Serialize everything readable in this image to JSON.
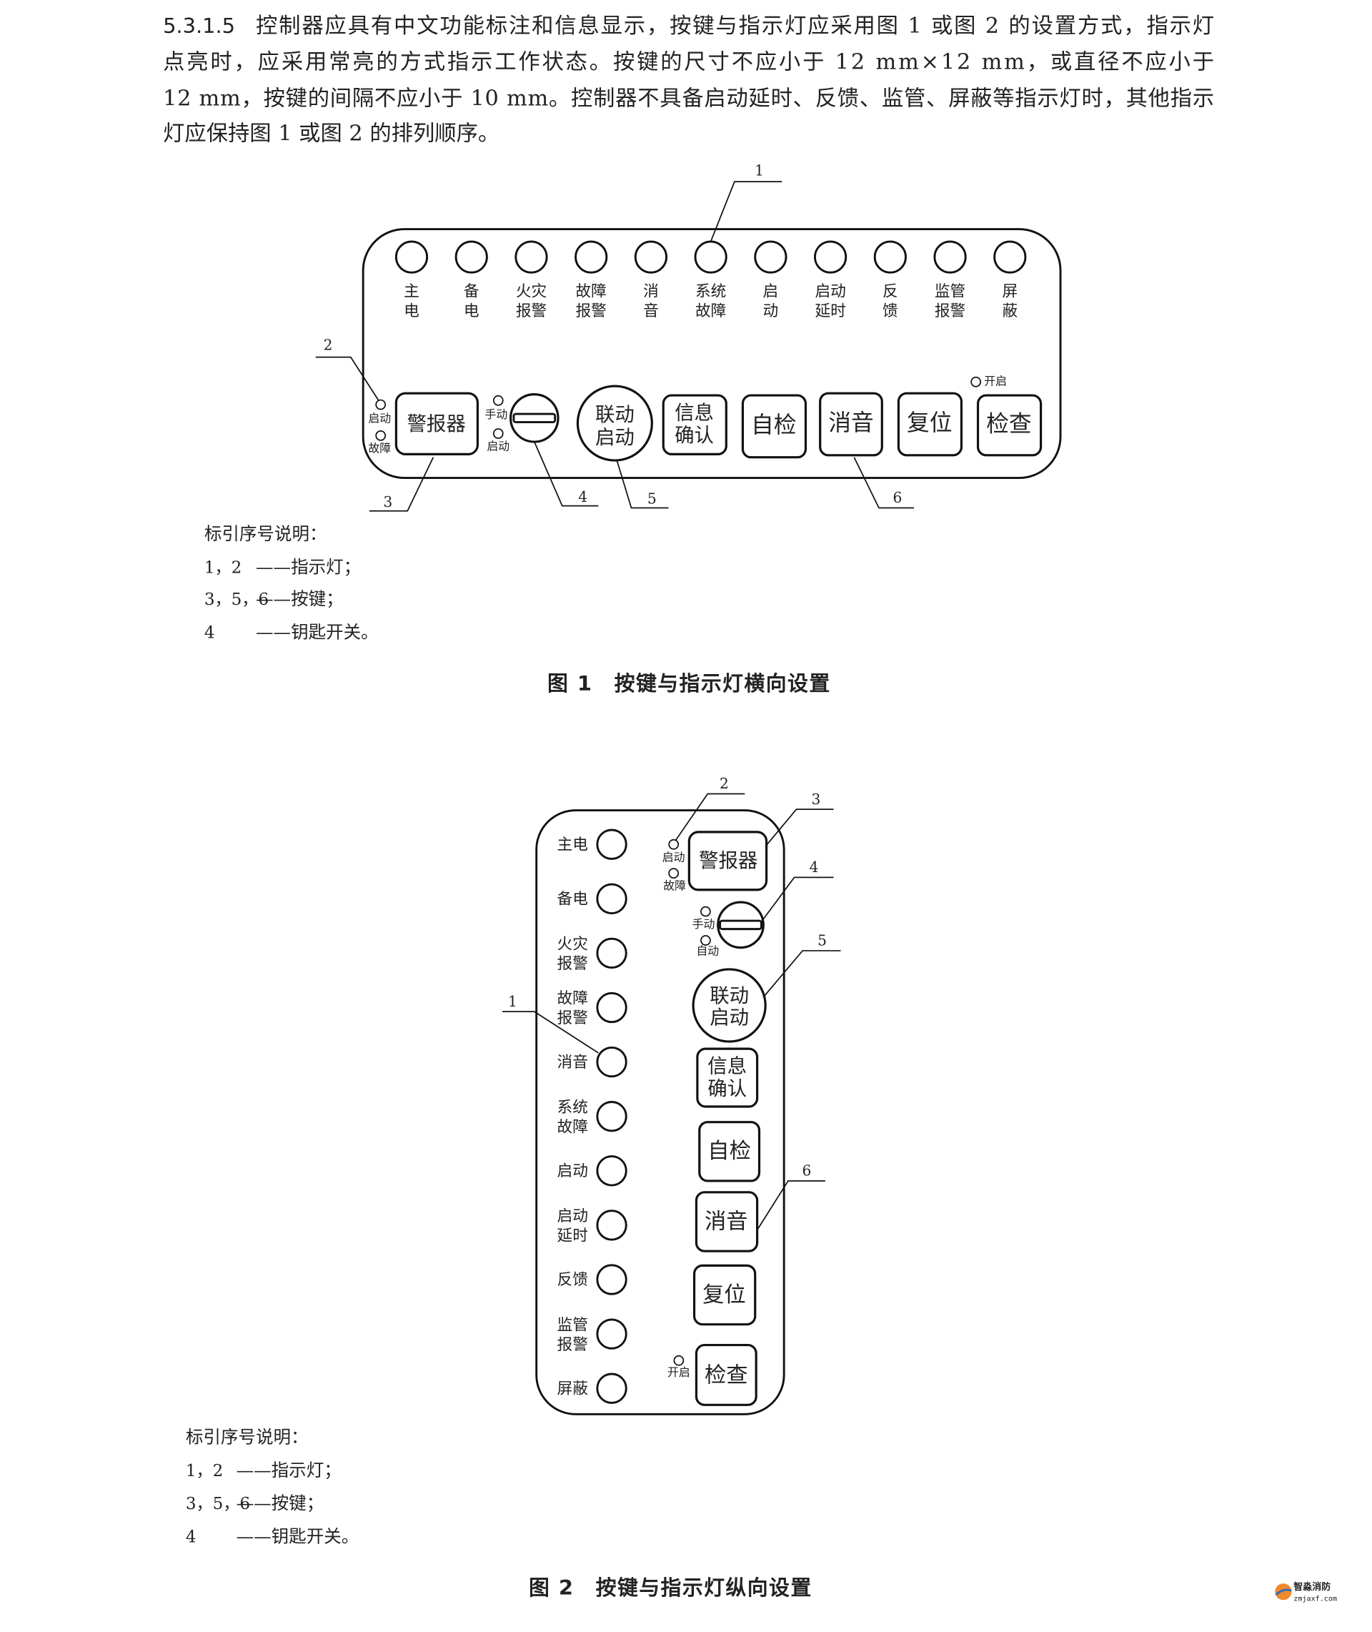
{
  "paragraph": {
    "number": "5.3.1.5",
    "lines": [
      "控制器应具有中文功能标注和信息显示，按键与指示灯应采用图 1 或图 2 的设置方式，指示灯",
      "点亮时，应采用常亮的方式指示工作状态。按键的尺寸不应小于 12 mm×12 mm，或直径不应小于",
      "12 mm，按键的间隔不应小于 10 mm。控制器不具备启动延时、反馈、监管、屏蔽等指示灯时，其他指示",
      "灯应保持图 1 或图 2 的排列顺序。"
    ]
  },
  "fig1": {
    "lamps": [
      [
        "主",
        "电"
      ],
      [
        "备",
        "电"
      ],
      [
        "火灾",
        "报警"
      ],
      [
        "故障",
        "报警"
      ],
      [
        "消",
        "音"
      ],
      [
        "系统",
        "故障"
      ],
      [
        "启",
        "动"
      ],
      [
        "启动",
        "延时"
      ],
      [
        "反",
        "馈"
      ],
      [
        "监管",
        "报警"
      ],
      [
        "屏",
        "蔽"
      ]
    ],
    "alarm_button": "警报器",
    "alarm_lamp_start": "启动",
    "alarm_lamp_fault": "故障",
    "key_manual": "手动",
    "key_auto": "启动",
    "link_start": [
      "联动",
      "启动"
    ],
    "info_confirm": [
      "信息",
      "确认"
    ],
    "self_check": "自检",
    "silence": "消音",
    "reset": "复位",
    "check": "检查",
    "check_lamp": "开启",
    "callouts": [
      "1",
      "2",
      "3",
      "4",
      "5",
      "6"
    ],
    "legend": {
      "title": "标引序号说明：",
      "rows": [
        [
          "1，2",
          "——指示灯；"
        ],
        [
          "3，5，6",
          "——按键；"
        ],
        [
          "4",
          "——钥匙开关。"
        ]
      ]
    },
    "caption": "图 1　按键与指示灯横向设置"
  },
  "fig2": {
    "lamps": [
      [
        "主电"
      ],
      [
        "备电"
      ],
      [
        "火灾",
        "报警"
      ],
      [
        "故障",
        "报警"
      ],
      [
        "消音"
      ],
      [
        "系统",
        "故障"
      ],
      [
        "启动"
      ],
      [
        "启动",
        "延时"
      ],
      [
        "反馈"
      ],
      [
        "监管",
        "报警"
      ],
      [
        "屏蔽"
      ]
    ],
    "alarm_button": "警报器",
    "alarm_lamp_start": "启动",
    "alarm_lamp_fault": "故障",
    "key_manual": "手动",
    "key_auto": "自动",
    "link_start": [
      "联动",
      "启动"
    ],
    "info_confirm": [
      "信息",
      "确认"
    ],
    "self_check": "自检",
    "silence": "消音",
    "reset": "复位",
    "check": "检查",
    "check_lamp": "开启",
    "callouts": [
      "1",
      "2",
      "3",
      "4",
      "5",
      "6"
    ],
    "legend": {
      "title": "标引序号说明：",
      "rows": [
        [
          "1，2",
          "——指示灯；"
        ],
        [
          "3，5，6",
          "——按键；"
        ],
        [
          "4",
          "——钥匙开关。"
        ]
      ]
    },
    "caption": "图 2　按键与指示灯纵向设置"
  },
  "watermark": {
    "name": "智淼消防",
    "url": "zmjaxf.com"
  }
}
